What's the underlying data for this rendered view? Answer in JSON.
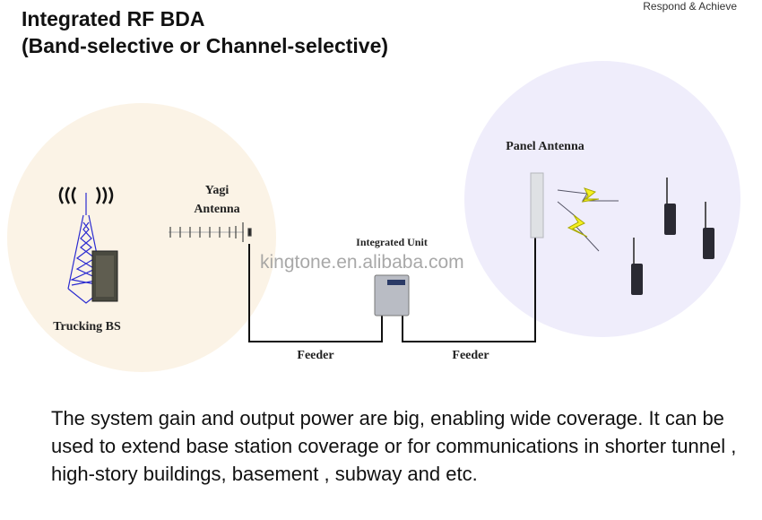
{
  "header": {
    "title_line1": "Integrated RF BDA",
    "title_line2": "(Band-selective or Channel-selective)",
    "tagline": "Respond & Achieve"
  },
  "diagram": {
    "labels": {
      "base_station": "Trucking BS",
      "yagi_line1": "Yagi",
      "yagi_line2": "Antenna",
      "integrated_unit": "Integrated Unit",
      "panel_antenna": "Panel Antenna",
      "feeder_left": "Feeder",
      "feeder_right": "Feeder"
    },
    "watermark": "kingtone.en.alibaba.com",
    "colors": {
      "left_zone": "#fbf3e6",
      "right_zone": "#efedfb",
      "tower": "#2b2bd0",
      "bolt": "#f5f020"
    }
  },
  "description": "The system gain and output power are big, enabling wide coverage. It can be used to extend base station coverage or for communications in shorter tunnel , high-story buildings, basement , subway  and etc."
}
